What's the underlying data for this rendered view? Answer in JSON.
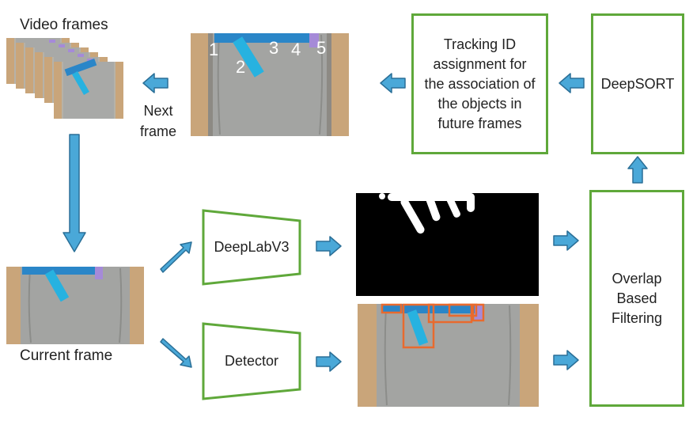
{
  "labels": {
    "video_frames": "Video frames",
    "current_frame": "Current frame",
    "next_frame": "Next\nframe"
  },
  "boxes": {
    "tracking": "Tracking ID assignment for the association of the objects in future frames",
    "deepsort": "DeepSORT",
    "deeplab": "DeepLabV3",
    "detector": "Detector",
    "overlap": "Overlap Based Filtering"
  },
  "object_ids": [
    "1",
    "2",
    "3",
    "4",
    "5"
  ],
  "colors": {
    "green": "#5fa83a",
    "arrow_fill": "#4aa8d8",
    "arrow_stroke": "#2a6f97",
    "bbox": "#e86a2e",
    "lego_blue": "#2a86c8",
    "lego_cyan": "#27b2e0",
    "lego_purple": "#a58ad8"
  }
}
